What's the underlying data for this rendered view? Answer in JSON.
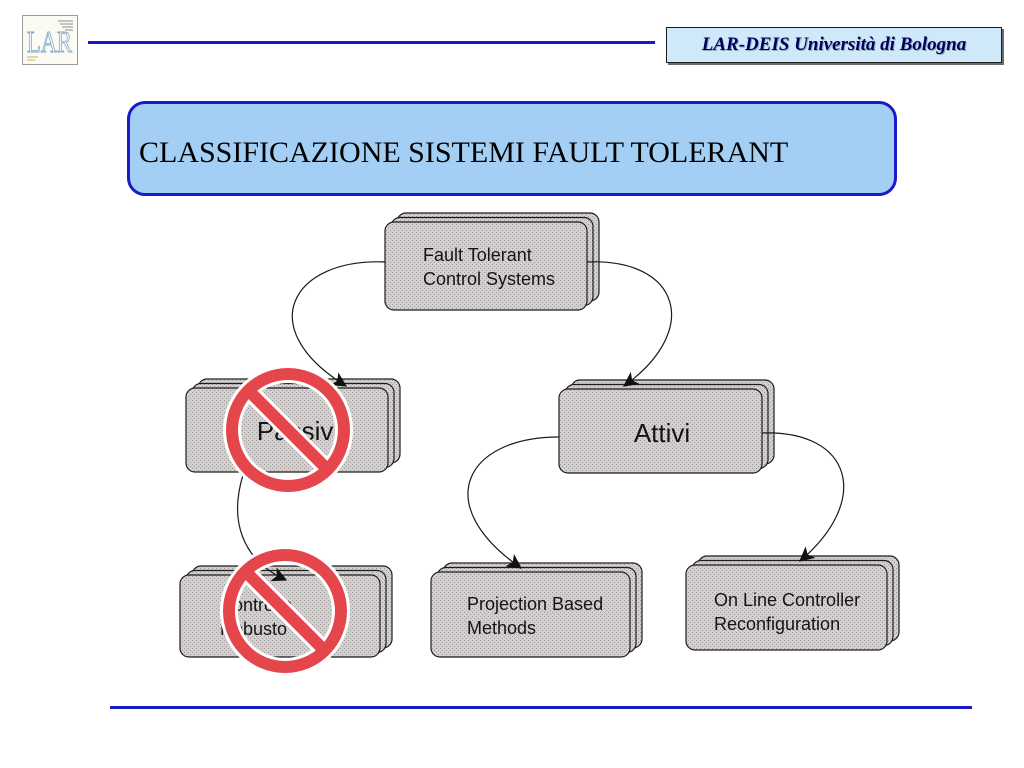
{
  "logo": {
    "text": "LAR"
  },
  "header": {
    "institution": "LAR-DEIS Università di Bologna"
  },
  "title": "CLASSIFICAZIONE SISTEMI FAULT TOLERANT",
  "diagram": {
    "root": {
      "lines": [
        "Fault Tolerant",
        "Control Systems"
      ],
      "children": [
        {
          "lines": [
            "Passivi"
          ],
          "crossed_out": true,
          "children": [
            {
              "lines": [
                "Controllo",
                "Robusto"
              ],
              "crossed_out": true
            }
          ]
        },
        {
          "lines": [
            "Attivi"
          ],
          "crossed_out": false,
          "children": [
            {
              "lines": [
                "Projection Based",
                "Methods"
              ],
              "crossed_out": false
            },
            {
              "lines": [
                "On Line Controller",
                "Reconfiguration"
              ],
              "crossed_out": false
            }
          ]
        }
      ]
    }
  },
  "colors": {
    "accent": "#1a1ac8",
    "title_fill": "#a4cff4",
    "header_fill": "#cfe8fa",
    "header_text": "#00005c",
    "node_fill": "#d4cfcf",
    "node_stipple": "#a09b9b",
    "prohibition": "#e4464c"
  }
}
